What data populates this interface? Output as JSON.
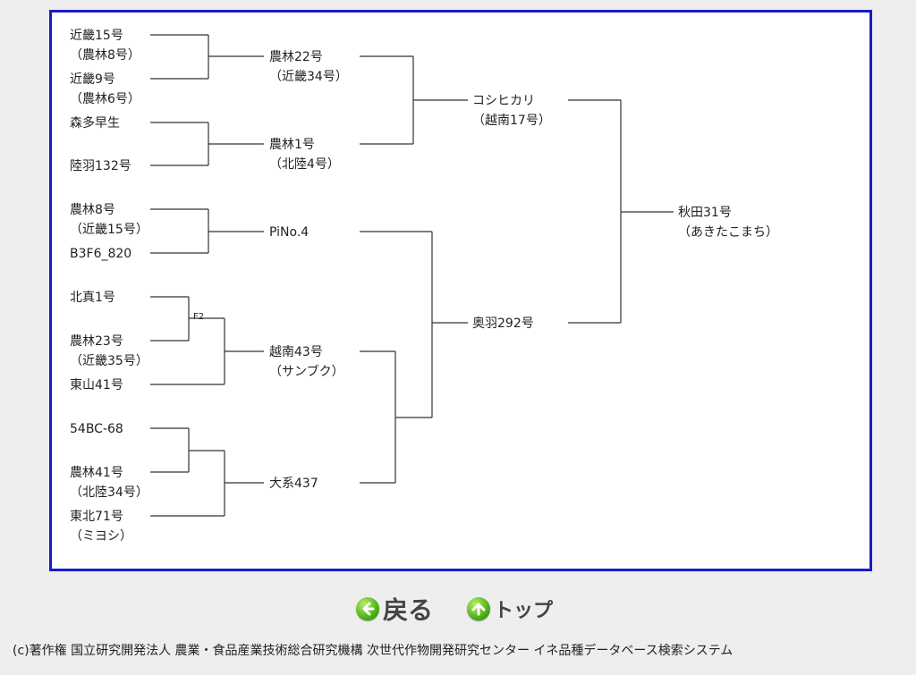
{
  "tree": {
    "nodes": [
      {
        "name": "kinki15",
        "lines": [
          "近畿15号",
          "（農林8号）"
        ]
      },
      {
        "name": "kinki9",
        "lines": [
          "近畿9号",
          "（農林6号）"
        ]
      },
      {
        "name": "morita-wase",
        "lines": [
          "森多早生"
        ]
      },
      {
        "name": "rikuu132",
        "lines": [
          "陸羽132号"
        ]
      },
      {
        "name": "norin8",
        "lines": [
          "農林8号",
          "（近畿15号）"
        ]
      },
      {
        "name": "b3f6-820",
        "lines": [
          "B3F6_820"
        ]
      },
      {
        "name": "hokushin1",
        "lines": [
          "北真1号"
        ]
      },
      {
        "name": "norin23",
        "lines": [
          "農林23号",
          "（近畿35号）"
        ]
      },
      {
        "name": "tozan41",
        "lines": [
          "東山41号"
        ]
      },
      {
        "name": "54bc-68",
        "lines": [
          "54BC-68"
        ]
      },
      {
        "name": "norin41",
        "lines": [
          "農林41号",
          "（北陸34号）"
        ]
      },
      {
        "name": "tohoku71",
        "lines": [
          "東北71号",
          "（ミヨシ）"
        ]
      },
      {
        "name": "norin22",
        "lines": [
          "農林22号",
          "（近畿34号）"
        ]
      },
      {
        "name": "norin1",
        "lines": [
          "農林1号",
          "（北陸4号）"
        ]
      },
      {
        "name": "pino4",
        "lines": [
          "PiNo.4"
        ]
      },
      {
        "name": "etsunan43",
        "lines": [
          "越南43号",
          "（サンブク）"
        ]
      },
      {
        "name": "taikei437",
        "lines": [
          "大系437"
        ]
      },
      {
        "name": "koshihikari",
        "lines": [
          "コシヒカリ",
          "（越南17号）"
        ]
      },
      {
        "name": "ou292",
        "lines": [
          "奥羽292号"
        ]
      },
      {
        "name": "akita31",
        "lines": [
          "秋田31号",
          "（あきたこまち）"
        ]
      }
    ],
    "generation_label": "F2"
  },
  "nav": {
    "back_label": "戻る",
    "top_label": "トップ"
  },
  "footer": {
    "copyright": "(c)著作権 国立研究開発法人 農業・食品産業技術総合研究機構 次世代作物開発研究センター イネ品種データベース検索システム"
  }
}
